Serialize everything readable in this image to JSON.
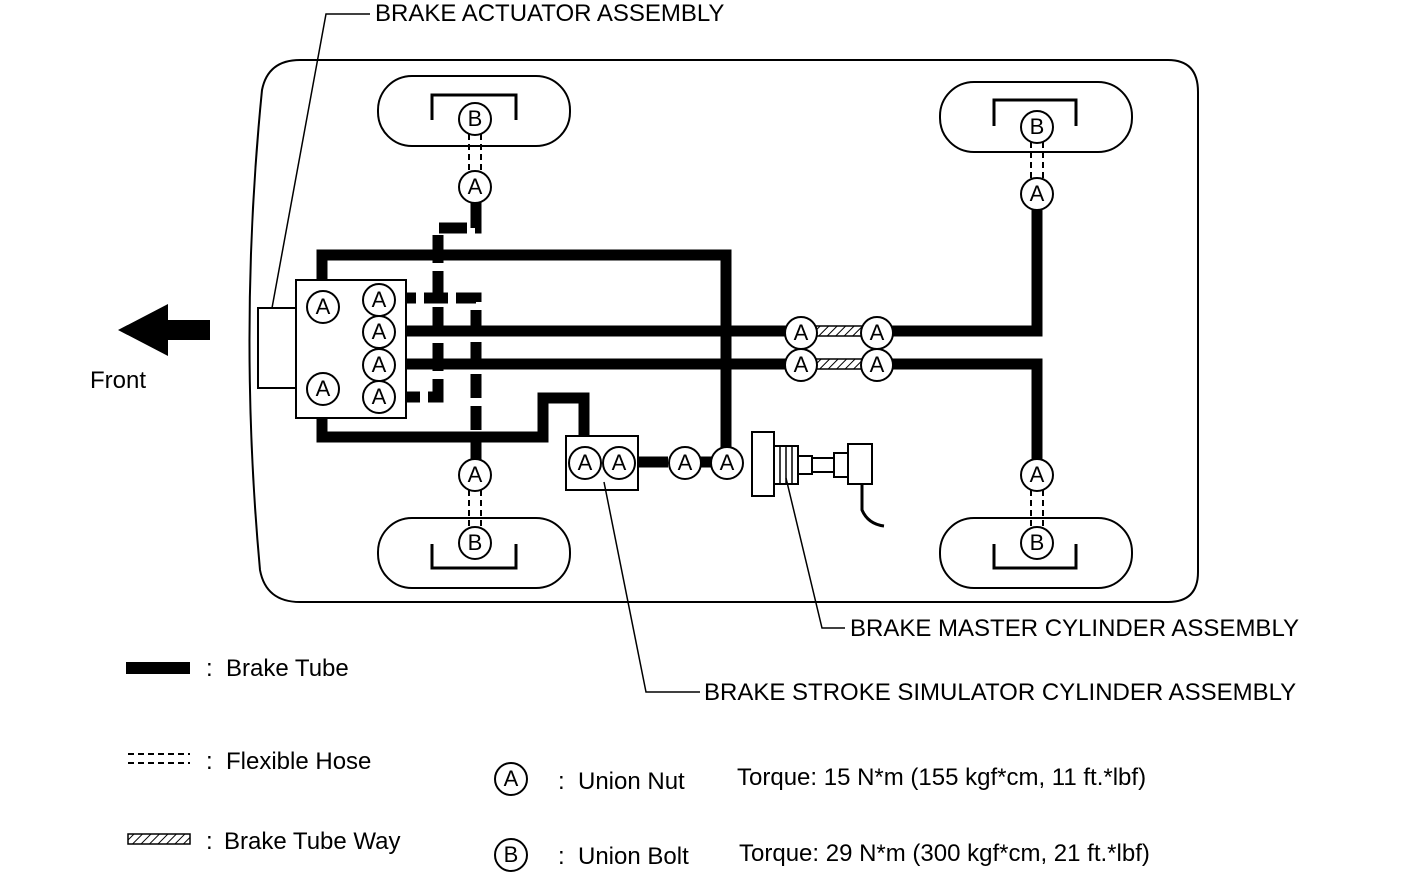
{
  "labels": {
    "actuator": "BRAKE ACTUATOR ASSEMBLY",
    "master": "BRAKE MASTER CYLINDER ASSEMBLY",
    "simulator": "BRAKE STROKE SIMULATOR CYLINDER ASSEMBLY",
    "front": "Front"
  },
  "markers": {
    "nut": "A",
    "bolt": "B"
  },
  "legend": {
    "sep": ":",
    "brake_tube": "Brake Tube",
    "flexible_hose": "Flexible Hose",
    "brake_tube_way": "Brake Tube Way",
    "union_nut": "Union Nut",
    "union_bolt": "Union Bolt",
    "torque_nut": "Torque: 15 N*m (155 kgf*cm, 11 ft.*lbf)",
    "torque_bolt": "Torque: 29 N*m (300 kgf*cm, 21 ft.*lbf)"
  }
}
